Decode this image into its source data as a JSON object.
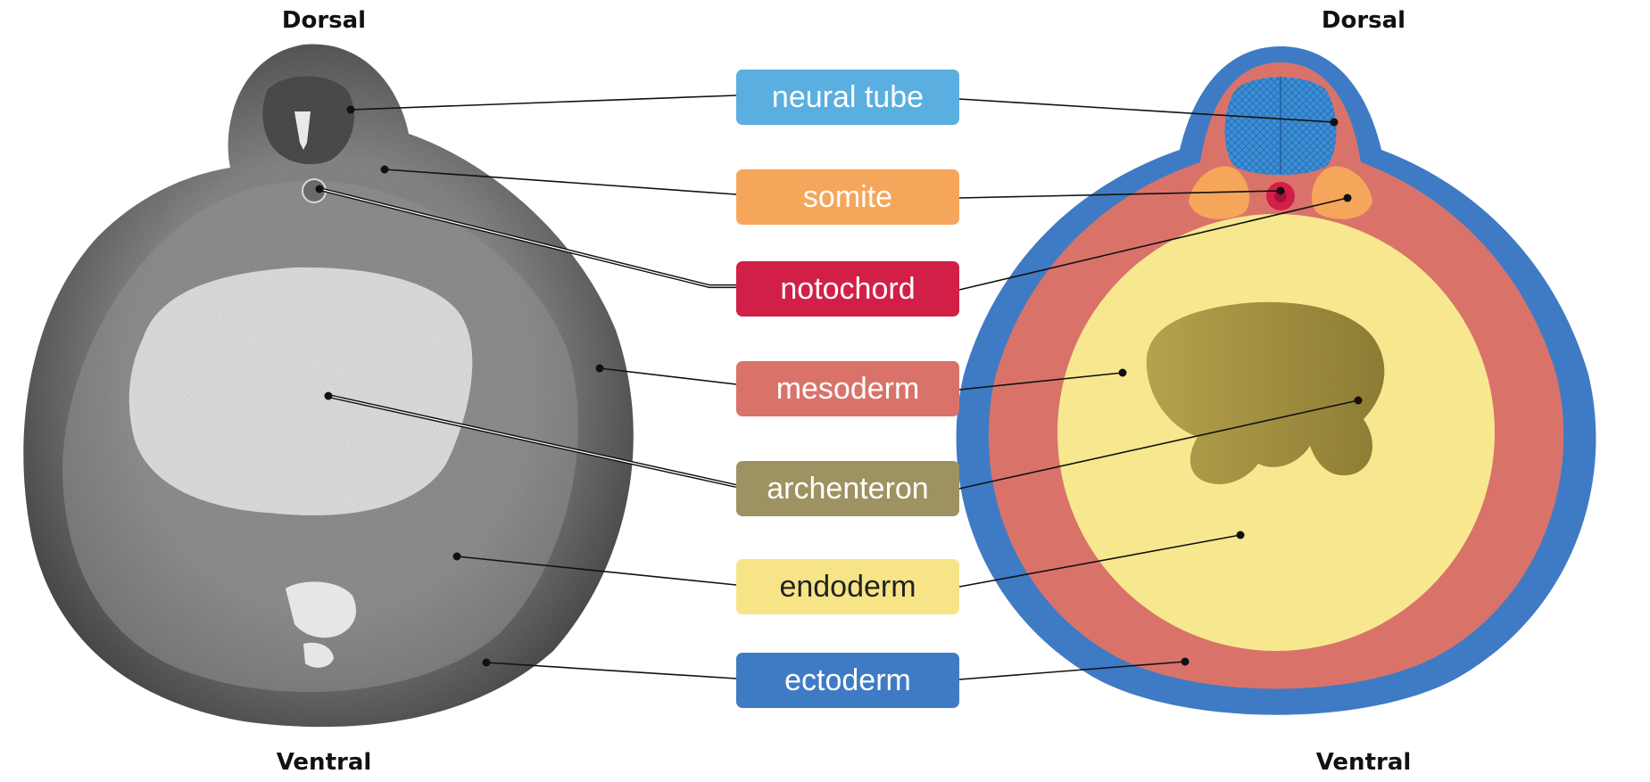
{
  "orientation": {
    "left_top": "Dorsal",
    "left_bottom": "Ventral",
    "right_top": "Dorsal",
    "right_bottom": "Ventral"
  },
  "labels": [
    {
      "text": "neural tube",
      "bg": "#5aaee0",
      "fg": "#ffffff"
    },
    {
      "text": "somite",
      "bg": "#f6a65a",
      "fg": "#ffffff"
    },
    {
      "text": "notochord",
      "bg": "#d21f47",
      "fg": "#ffffff"
    },
    {
      "text": "mesoderm",
      "bg": "#d9736a",
      "fg": "#ffffff"
    },
    {
      "text": "archenteron",
      "bg": "#9e9262",
      "fg": "#ffffff"
    },
    {
      "text": "endoderm",
      "bg": "#f6e487",
      "fg": "#222222"
    },
    {
      "text": "ectoderm",
      "bg": "#3f7bc4",
      "fg": "#ffffff"
    }
  ],
  "colors": {
    "ectoderm": "#3f7bc4",
    "mesoderm": "#d9736a",
    "endoderm": "#f7e88f",
    "archenteron": "#9a8a3c",
    "neural_tube": "#3c8fd6",
    "somite": "#f6a65a",
    "notochord": "#d21f47",
    "leader_line": "#111111"
  }
}
